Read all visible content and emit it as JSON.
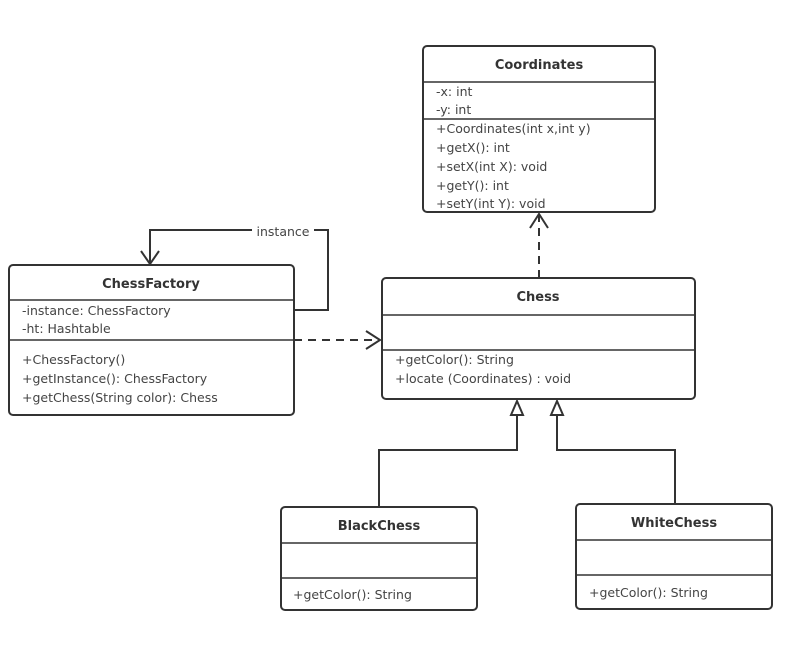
{
  "classes": {
    "coordinates": {
      "name": "Coordinates",
      "attributes": [
        "-x:  int",
        "-y:  int"
      ],
      "methods": [
        "+Coordinates(int x,int y)",
        "+getX():  int",
        "+setX(int X):  void",
        "+getY():  int",
        "+setY(int Y):  void"
      ]
    },
    "chessfactory": {
      "name": "ChessFactory",
      "attributes": [
        "-instance:  ChessFactory",
        "-ht:  Hashtable"
      ],
      "methods": [
        "+ChessFactory()",
        "+getInstance():  ChessFactory",
        "+getChess(String color):  Chess"
      ]
    },
    "chess": {
      "name": "Chess",
      "attributes": [],
      "methods": [
        "+getColor():  String",
        "+locate  (Coordinates)  : void"
      ]
    },
    "blackchess": {
      "name": "BlackChess",
      "attributes": [],
      "methods": [
        "+getColor():  String"
      ]
    },
    "whitechess": {
      "name": "WhiteChess",
      "attributes": [],
      "methods": [
        "+getColor():  String"
      ]
    }
  },
  "relations": {
    "self_association_label": "instance"
  }
}
